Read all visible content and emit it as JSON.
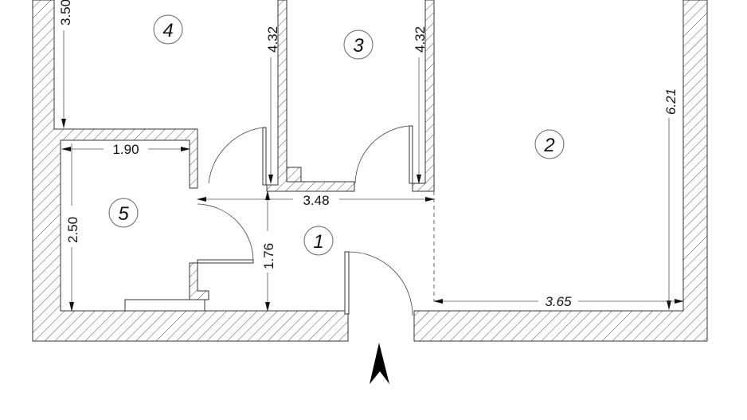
{
  "rooms": [
    {
      "label": "1"
    },
    {
      "label": "2"
    },
    {
      "label": "3"
    },
    {
      "label": "4"
    },
    {
      "label": "5"
    }
  ],
  "dimensions": {
    "room4_height": "3.50",
    "room4_3_wall": "4.32",
    "room3_2_wall": "4.32",
    "room2_height": "6.21",
    "room5_width": "1.90",
    "room5_height": "2.50",
    "hall_width": "3.48",
    "hall_height": "1.76",
    "room2_width": "3.65"
  },
  "colors": {
    "line": "#333333",
    "background": "#ffffff"
  },
  "north_arrow": "north-arrow-icon"
}
